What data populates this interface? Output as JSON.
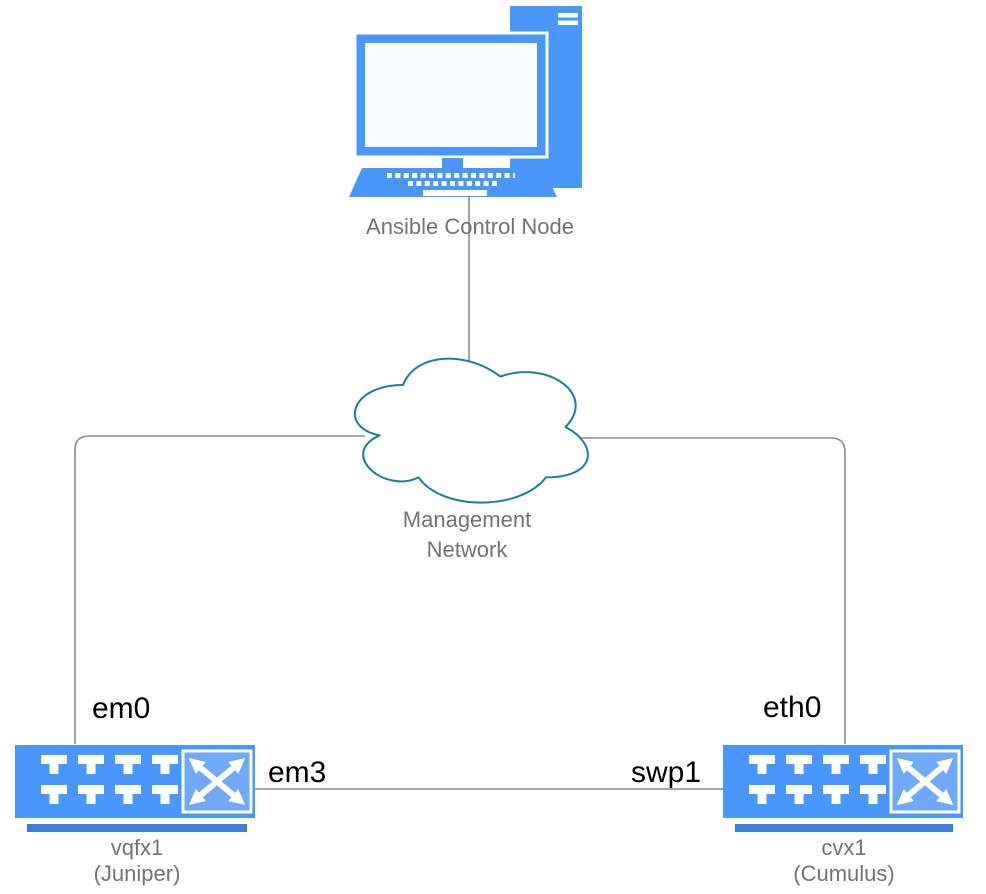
{
  "diagram": {
    "control_node": {
      "label": "Ansible Control Node"
    },
    "cloud": {
      "label_line1": "Management",
      "label_line2": "Network"
    },
    "devices": [
      {
        "name": "vqfx1",
        "vendor": "(Juniper)",
        "mgmt_interface": "em0",
        "link_interface": "em3"
      },
      {
        "name": "cvx1",
        "vendor": "(Cumulus)",
        "mgmt_interface": "eth0",
        "link_interface": "swp1"
      }
    ],
    "icons": {
      "control_node_icon": "desktop-workstation",
      "device_icon": "switch-crossed-arrows",
      "cloud_icon": "network-cloud"
    },
    "colors": {
      "device_blue": "#4a97fc",
      "device_blue_light": "#6fa9f8",
      "accent_bar": "#3d7edb",
      "cloud_stroke": "#1d7ba6",
      "line_gray": "#8c8c8c",
      "label_gray": "#737373",
      "port_label": "#000000"
    }
  }
}
